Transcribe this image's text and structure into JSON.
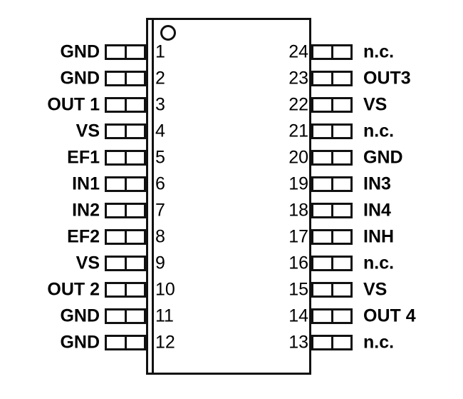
{
  "diagram": {
    "type": "ic-pinout",
    "package_pin_count": 24,
    "orientation": "vertical-dip",
    "colors": {
      "line": "#111111",
      "text": "#000000",
      "background": "#ffffff"
    },
    "pin1_marker": "circle-notch-indicator",
    "left_column": {
      "numbering": "1-12 top to bottom",
      "pins": [
        {
          "number": "1",
          "label": "GND"
        },
        {
          "number": "2",
          "label": "GND"
        },
        {
          "number": "3",
          "label": "OUT 1"
        },
        {
          "number": "4",
          "label": "VS"
        },
        {
          "number": "5",
          "label": "EF1"
        },
        {
          "number": "6",
          "label": "IN1"
        },
        {
          "number": "7",
          "label": "IN2"
        },
        {
          "number": "8",
          "label": "EF2"
        },
        {
          "number": "9",
          "label": "VS"
        },
        {
          "number": "10",
          "label": "OUT 2"
        },
        {
          "number": "11",
          "label": "GND"
        },
        {
          "number": "12",
          "label": "GND"
        }
      ]
    },
    "right_column": {
      "numbering": "24-13 top to bottom",
      "pins": [
        {
          "number": "24",
          "label": "n.c."
        },
        {
          "number": "23",
          "label": "OUT3"
        },
        {
          "number": "22",
          "label": "VS"
        },
        {
          "number": "21",
          "label": "n.c."
        },
        {
          "number": "20",
          "label": "GND"
        },
        {
          "number": "19",
          "label": "IN3"
        },
        {
          "number": "18",
          "label": "IN4"
        },
        {
          "number": "17",
          "label": "INH"
        },
        {
          "number": "16",
          "label": "n.c."
        },
        {
          "number": "15",
          "label": "VS"
        },
        {
          "number": "14",
          "label": "OUT 4"
        },
        {
          "number": "13",
          "label": "n.c."
        }
      ]
    }
  }
}
